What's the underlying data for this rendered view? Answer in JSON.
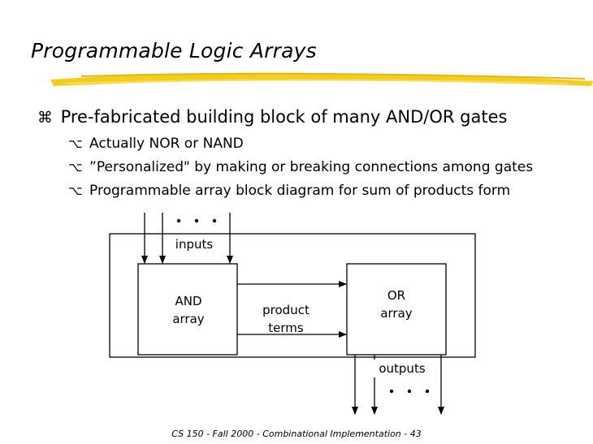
{
  "slide": {
    "title": "Programmable Logic Arrays",
    "bullets": [
      {
        "text": "Pre-fabricated building block of many AND/OR gates",
        "glyph": "z-bullet-glyph",
        "sub": [
          {
            "text": "Actually NOR or NAND",
            "glyph": "y-bullet-glyph"
          },
          {
            "text": "”Personalized\" by making or breaking connections among gates",
            "glyph": "y-bullet-glyph"
          },
          {
            "text": "Programmable array block diagram for sum of products form",
            "glyph": "y-bullet-glyph"
          }
        ]
      }
    ]
  },
  "diagram": {
    "inputs_label": "inputs",
    "and_array_label": [
      "AND",
      "array"
    ],
    "product_terms_label": [
      "product",
      "terms"
    ],
    "or_array_label": [
      "OR",
      "array"
    ],
    "outputs_label": "outputs"
  },
  "footer": "CS 150 - Fall 2000 - Combinational Implementation - 43",
  "colors": {
    "title_underline": "#f2cc1f"
  }
}
